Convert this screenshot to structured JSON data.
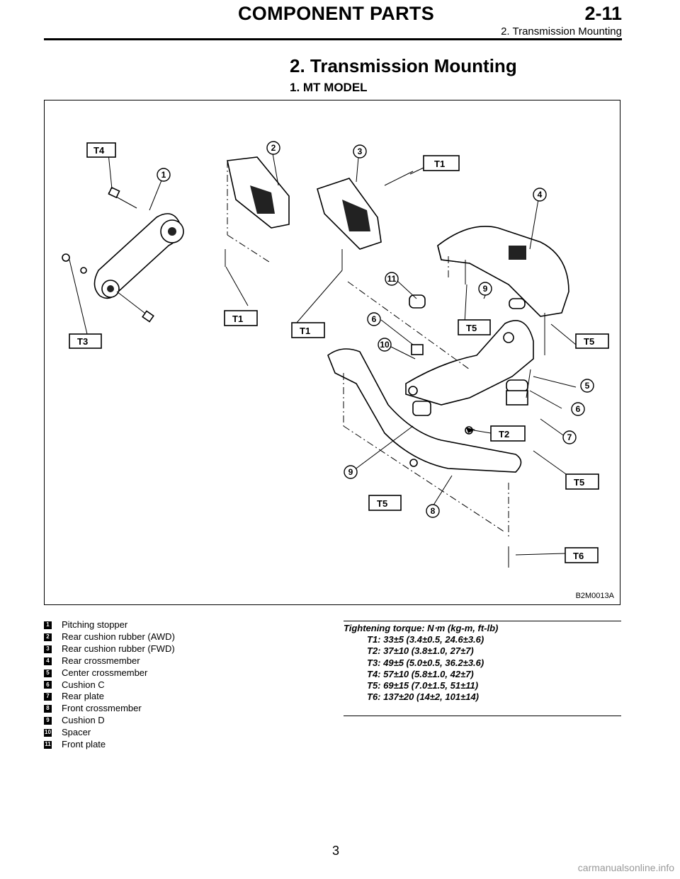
{
  "header": {
    "title": "COMPONENT PARTS",
    "section_number": "2-11",
    "subtitle": "2. Transmission Mounting"
  },
  "section_title": "2. Transmission Mounting",
  "subsection_title": "1. MT MODEL",
  "figure": {
    "id": "B2M0013A",
    "callouts": [
      "1",
      "2",
      "3",
      "4",
      "5",
      "6",
      "7",
      "8",
      "9",
      "10",
      "11",
      "6",
      "9"
    ],
    "torque_tags": [
      "T1",
      "T1",
      "T1",
      "T2",
      "T3",
      "T4",
      "T5",
      "T5",
      "T5",
      "T5",
      "T6"
    ]
  },
  "parts": [
    {
      "num": "1",
      "name": "Pitching stopper"
    },
    {
      "num": "2",
      "name": "Rear cushion rubber (AWD)"
    },
    {
      "num": "3",
      "name": "Rear cushion rubber (FWD)"
    },
    {
      "num": "4",
      "name": "Rear crossmember"
    },
    {
      "num": "5",
      "name": "Center crossmember"
    },
    {
      "num": "6",
      "name": "Cushion C"
    },
    {
      "num": "7",
      "name": "Rear plate"
    },
    {
      "num": "8",
      "name": "Front crossmember"
    },
    {
      "num": "9",
      "name": "Cushion D"
    },
    {
      "num": "10",
      "name": "Spacer"
    },
    {
      "num": "11",
      "name": "Front plate"
    }
  ],
  "torque": {
    "heading": "Tightening torque: N⋅m (kg-m, ft-lb)",
    "values": [
      "T1: 33±5 (3.4±0.5, 24.6±3.6)",
      "T2: 37±10 (3.8±1.0, 27±7)",
      "T3: 49±5 (5.0±0.5, 36.2±3.6)",
      "T4: 57±10 (5.8±1.0, 42±7)",
      "T5: 69±15 (7.0±1.5, 51±11)",
      "T6: 137±20 (14±2, 101±14)"
    ]
  },
  "page_number": "3",
  "watermark": "carmanualsonline.info"
}
